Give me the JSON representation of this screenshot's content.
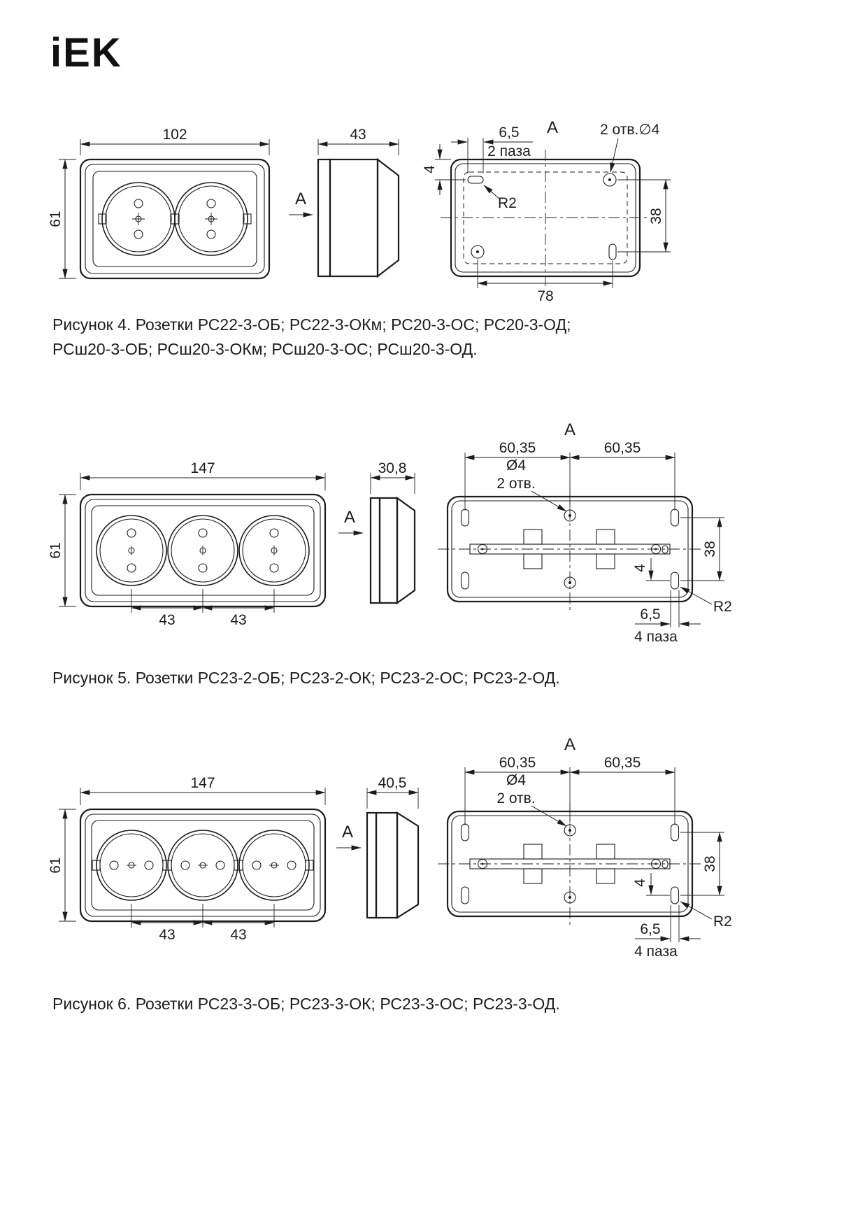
{
  "colors": {
    "ink": "#1c1c1c",
    "background": "#ffffff"
  },
  "logo": {
    "text": "iEK"
  },
  "fig4": {
    "front": {
      "width": "102",
      "height": "61"
    },
    "side": {
      "width": "43"
    },
    "section_arrow": "А",
    "back": {
      "view_label": "А",
      "slot_width": "6,5",
      "slot_note": "2 паза",
      "holes_note": "2 отв.∅4",
      "corner_radius": "R2",
      "slot_offset": "4",
      "hole_spacing_v": "38",
      "hole_spacing_h": "78"
    },
    "caption": {
      "line1": "Рисунок 4. Розетки РС22-3-ОБ; РС22-3-ОКм; РС20-3-ОС; РС20-3-ОД;",
      "line2": "РСш20-3-ОБ; РСш20-3-ОКм; РСш20-3-ОС; РСш20-3-ОД."
    }
  },
  "fig5": {
    "front": {
      "width": "147",
      "height": "61",
      "pitch_left": "43",
      "pitch_right": "43"
    },
    "side": {
      "width": "30,8"
    },
    "section_arrow": "А",
    "back": {
      "view_label": "А",
      "span_left": "60,35",
      "span_right": "60,35",
      "hole_dia": "Ø4",
      "holes_note": "2 отв.",
      "hole_spacing_v": "38",
      "slot_offset": "4",
      "corner_radius": "R2",
      "slot_width": "6,5",
      "slot_note": "4 паза"
    },
    "caption": {
      "line1": "Рисунок 5. Розетки РС23-2-ОБ; РС23-2-ОК; РС23-2-ОС; РС23-2-ОД."
    }
  },
  "fig6": {
    "front": {
      "width": "147",
      "height": "61",
      "pitch_left": "43",
      "pitch_right": "43"
    },
    "side": {
      "width": "40,5"
    },
    "section_arrow": "А",
    "back": {
      "view_label": "А",
      "span_left": "60,35",
      "span_right": "60,35",
      "hole_dia": "Ø4",
      "holes_note": "2 отв.",
      "hole_spacing_v": "38",
      "slot_offset": "4",
      "corner_radius": "R2",
      "slot_width": "6,5",
      "slot_note": "4 паза"
    },
    "caption": {
      "line1": "Рисунок 6. Розетки РС23-3-ОБ; РС23-3-ОК; РС23-3-ОС; РС23-3-ОД."
    }
  }
}
